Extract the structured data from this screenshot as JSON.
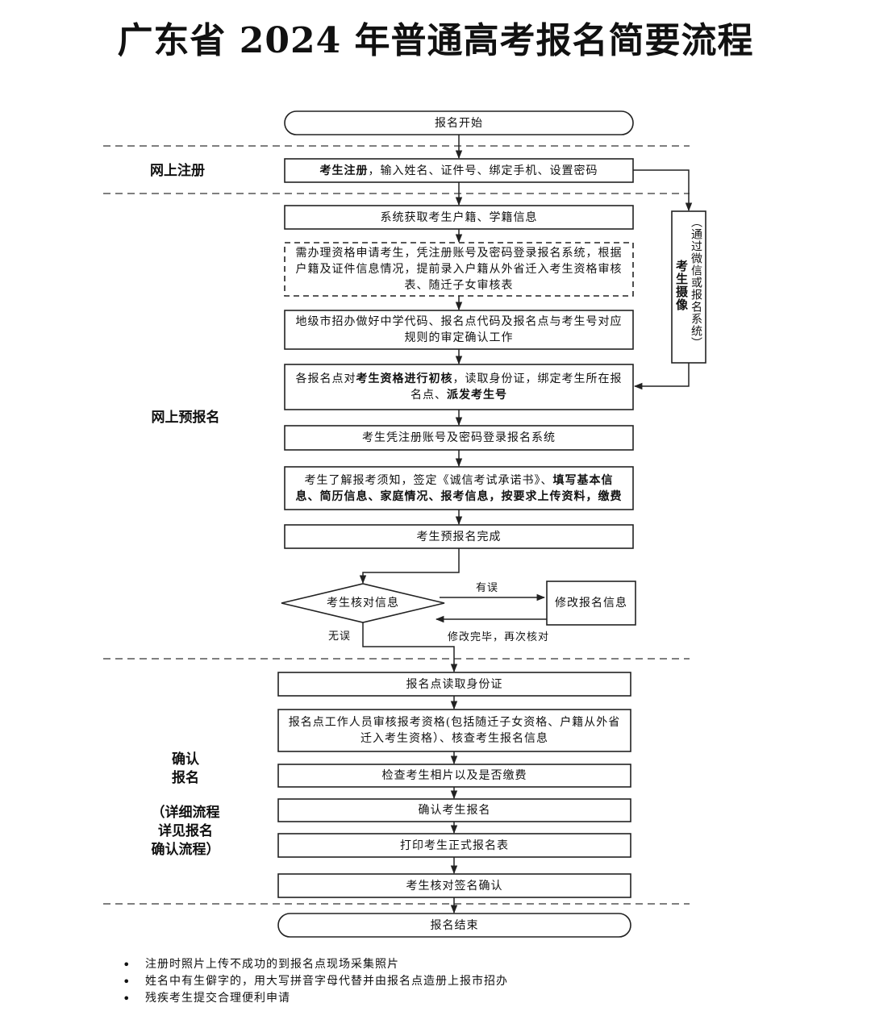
{
  "title": "广东省 2024 年普通高考报名简要流程",
  "stages": {
    "register": "网上注册",
    "pre": "网上预报名",
    "confirm_line1": "确认",
    "confirm_line2": "报名",
    "confirm_note1": "（详细流程",
    "confirm_note2": "详见报名",
    "confirm_note3": "确认流程）"
  },
  "nodes": {
    "start": "报名开始",
    "reg_bold": "考生注册",
    "reg_rest": "，输入姓名、证件号、绑定手机、设置密码",
    "sys_fetch": "系统获取考生户籍、学籍信息",
    "qual_apply": "需办理资格申请考生，凭注册账号及密码登录报名系统，根据户籍及证件信息情况，提前录入户籍从外省迁入考生资格审核表、随迁子女审核表",
    "city_code": "地级市招办做好中学代码、报名点代码及报名点与考生号对应规则的审定确认工作",
    "init_a": "各报名点对",
    "init_b": "考生资格进行初核",
    "init_c": "，读取身份证，绑定考生所在报名点、",
    "init_d": "派发考生号",
    "login": "考生凭注册账号及密码登录报名系统",
    "fill_a": "考生了解报考须知，签定《诚信考试承诺书》、",
    "fill_b": "填写基本信息、简历信息、家庭情况、报考信息，按要求上传资料，缴费",
    "pre_done": "考生预报名完成",
    "check_info": "考生核对信息",
    "modify": "修改报名信息",
    "read_id": "报名点读取身份证",
    "review": "报名点工作人员审核报考资格(包括随迁子女资格、户籍从外省迁入考生资格）、核查考生报名信息",
    "photo": "检查考生相片以及是否缴费",
    "confirm": "确认考生报名",
    "print": "打印考生正式报名表",
    "sign": "考生核对签名确认",
    "end": "报名结束"
  },
  "side": {
    "paren": "（通过微信或报名系统）",
    "bold": "考生摄像"
  },
  "edges": {
    "has_error": "有误",
    "no_error": "无误",
    "recheck": "修改完毕，再次核对"
  },
  "notes": [
    "注册时照片上传不成功的到报名点现场采集照片",
    "姓名中有生僻字的，用大写拼音字母代替并由报名点造册上报市招办",
    "残疾考生提交合理便利申请"
  ]
}
